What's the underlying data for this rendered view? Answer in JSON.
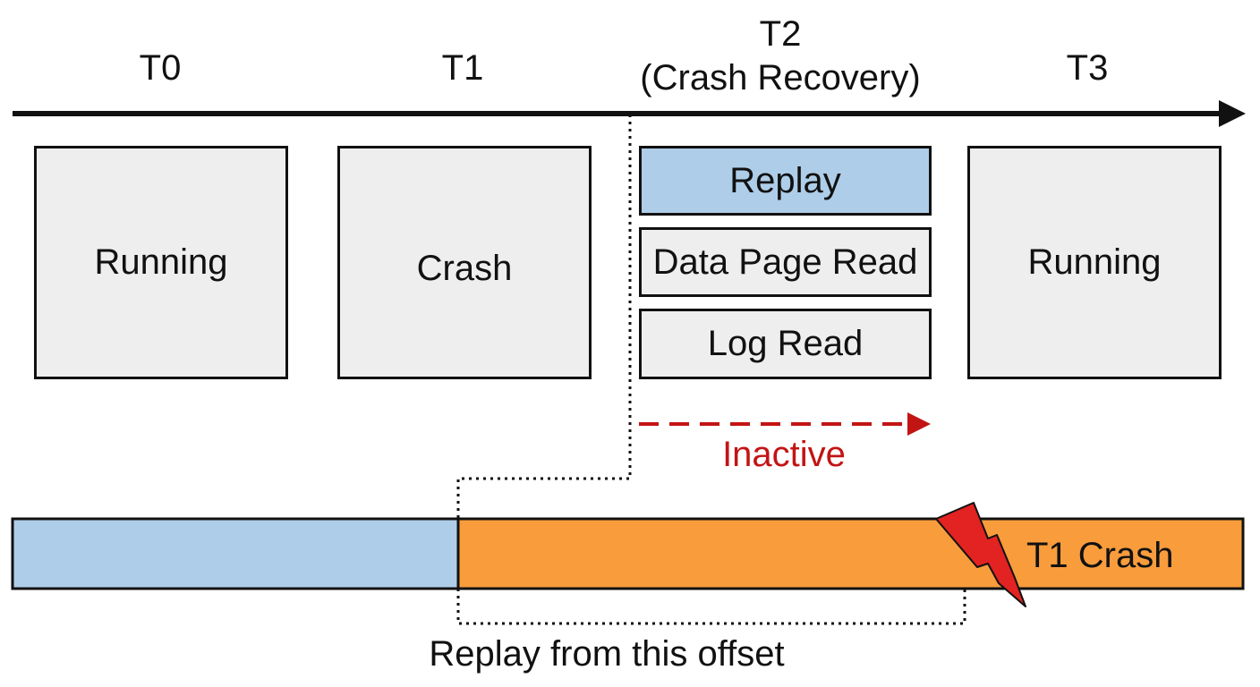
{
  "timeline": {
    "phases": [
      {
        "id": "t0",
        "label": "T0"
      },
      {
        "id": "t1",
        "label": "T1"
      },
      {
        "id": "t2",
        "label": "T2",
        "sublabel": "(Crash Recovery)"
      },
      {
        "id": "t3",
        "label": "T3"
      }
    ]
  },
  "states": {
    "t0": "Running",
    "t1": "Crash",
    "t3": "Running"
  },
  "recovery_steps": [
    {
      "label": "Replay",
      "color": "#aecde8"
    },
    {
      "label": "Data Page Read",
      "color": "#eeeeee"
    },
    {
      "label": "Log Read",
      "color": "#eeeeee"
    }
  ],
  "inactive": {
    "label": "Inactive",
    "color": "#c31414"
  },
  "log_bar": {
    "replayed_color": "#aecde8",
    "pending_color": "#f89c3c",
    "crash_label": "T1 Crash"
  },
  "replay_offset_label": "Replay from this offset",
  "colors": {
    "stroke": "#111111",
    "box_fill": "#eeeeee",
    "lightning": "#e32222"
  }
}
